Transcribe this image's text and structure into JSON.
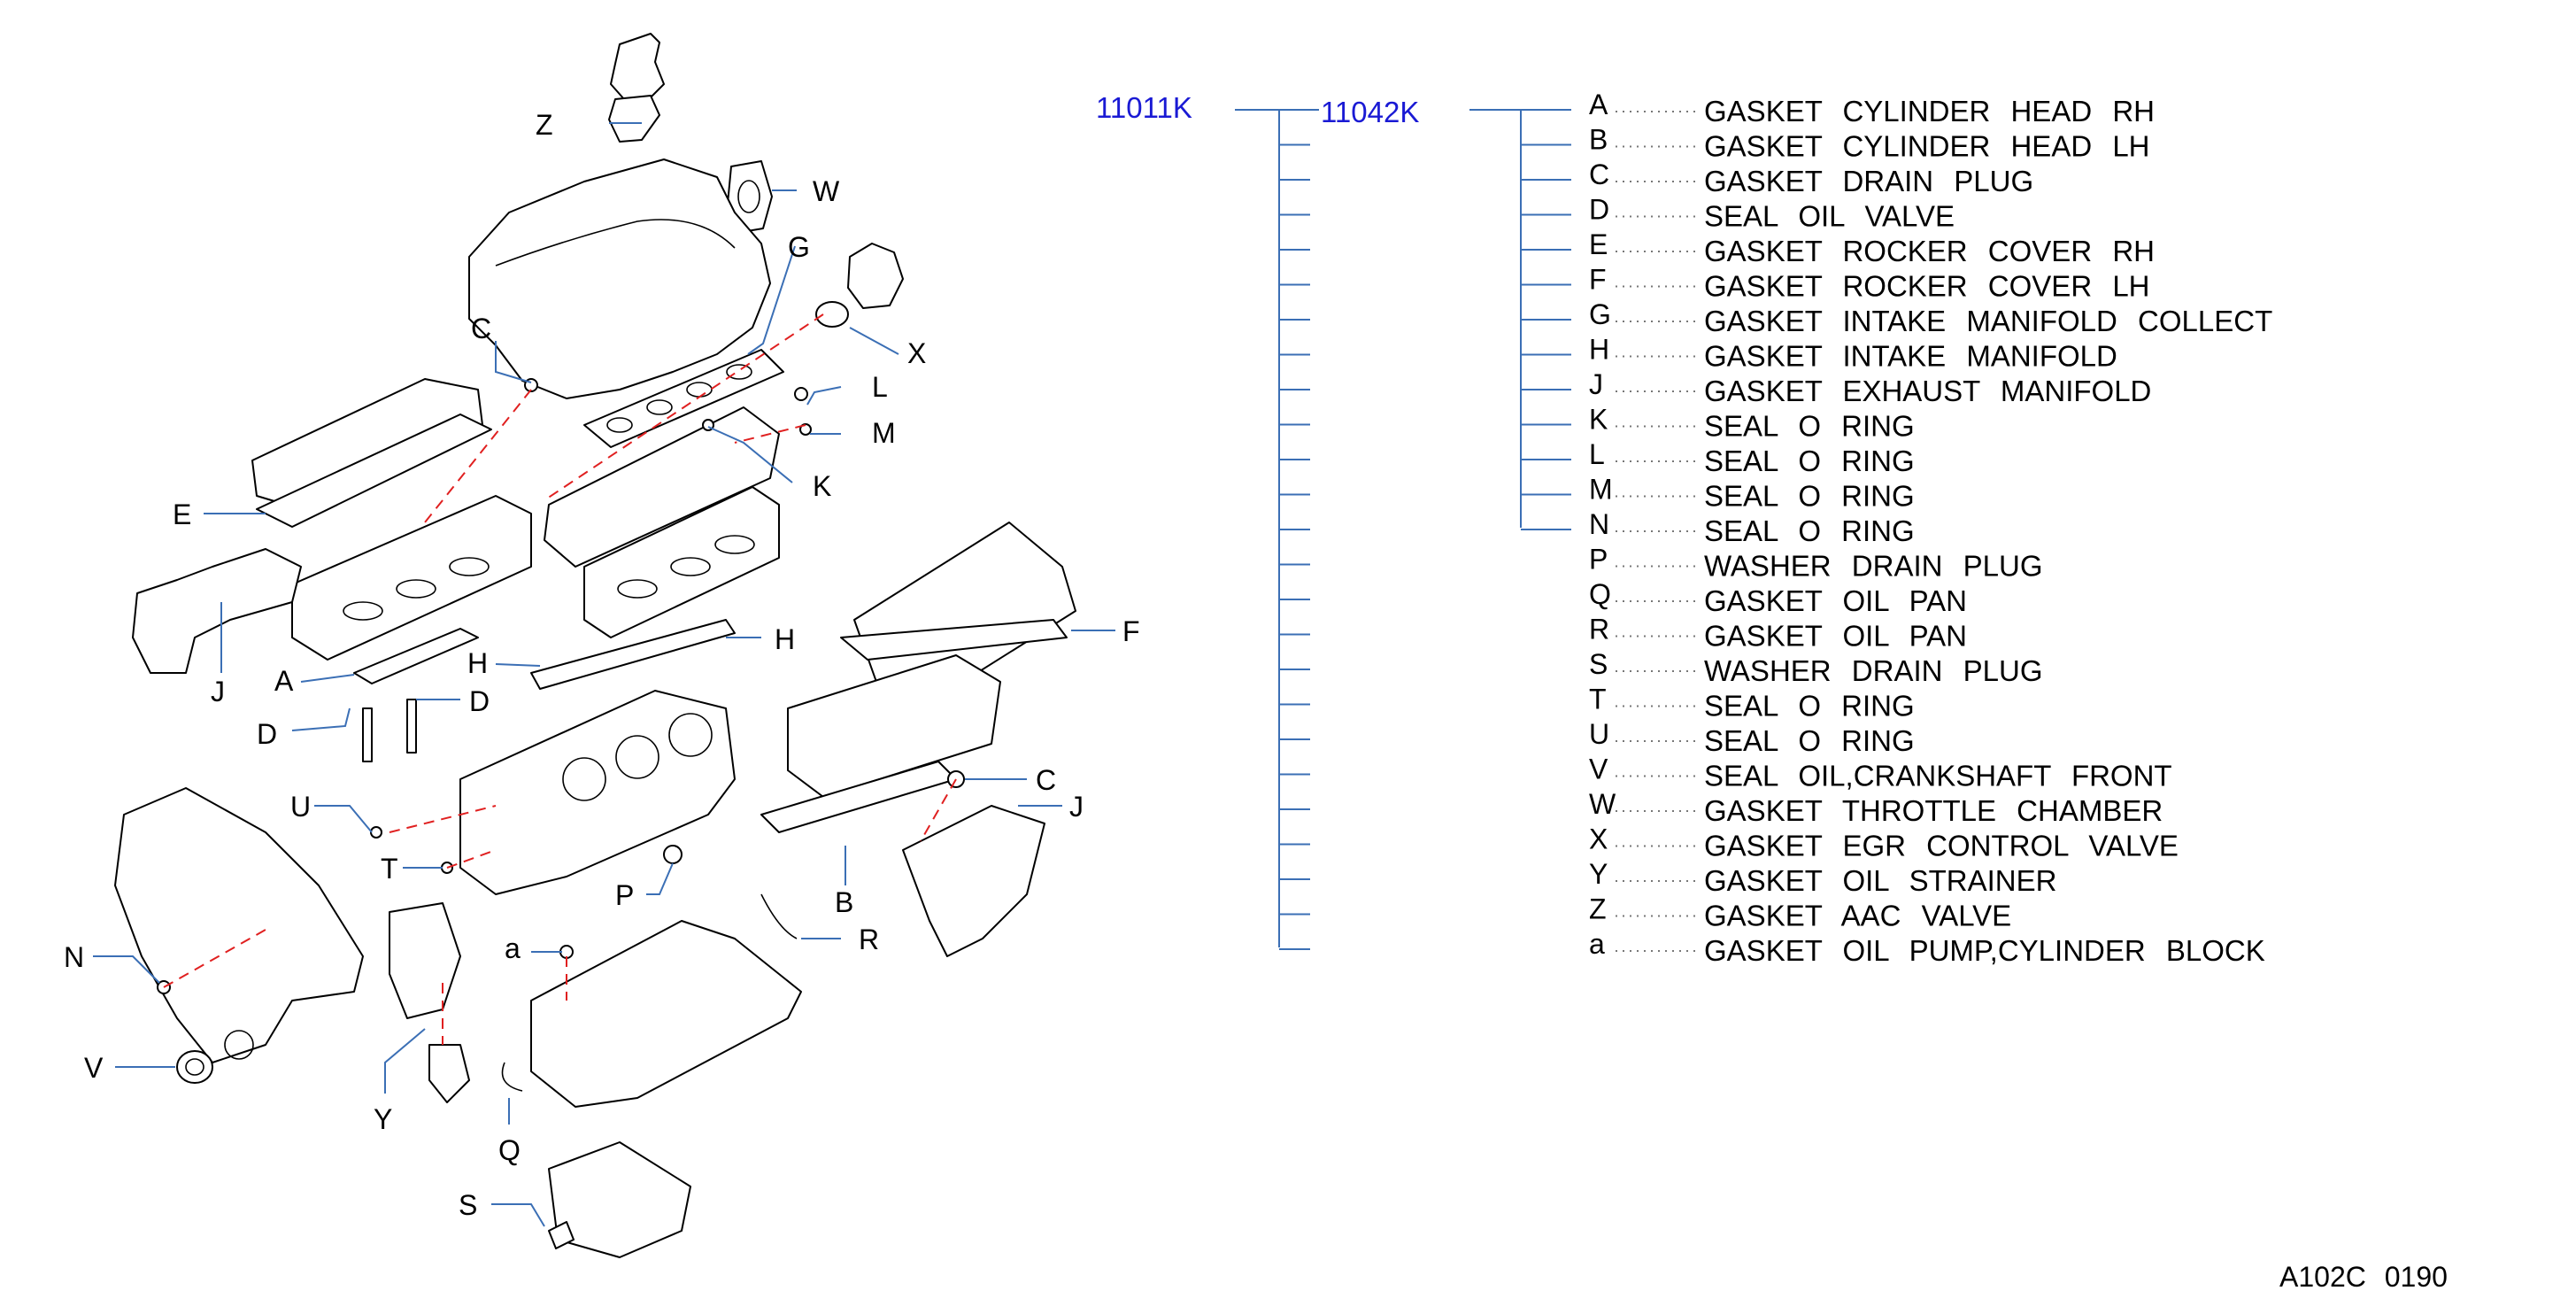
{
  "assembly": {
    "top_part_number": "11011K",
    "sub_part_number": "11042K"
  },
  "parts": [
    {
      "code": "A",
      "description": "GASKET  CYLINDER  HEAD  RH"
    },
    {
      "code": "B",
      "description": "GASKET  CYLINDER  HEAD  LH"
    },
    {
      "code": "C",
      "description": "GASKET  DRAIN  PLUG"
    },
    {
      "code": "D",
      "description": "SEAL  OIL  VALVE"
    },
    {
      "code": "E",
      "description": "GASKET  ROCKER  COVER  RH"
    },
    {
      "code": "F",
      "description": "GASKET  ROCKER  COVER  LH"
    },
    {
      "code": "G",
      "description": "GASKET  INTAKE  MANIFOLD  COLLECT"
    },
    {
      "code": "H",
      "description": "GASKET  INTAKE  MANIFOLD"
    },
    {
      "code": "J",
      "description": "GASKET  EXHAUST  MANIFOLD"
    },
    {
      "code": "K",
      "description": "SEAL  O  RING"
    },
    {
      "code": "L",
      "description": "SEAL  O  RING"
    },
    {
      "code": "M",
      "description": "SEAL  O  RING"
    },
    {
      "code": "N",
      "description": "SEAL  O  RING"
    },
    {
      "code": "P",
      "description": "WASHER  DRAIN  PLUG"
    },
    {
      "code": "Q",
      "description": "GASKET  OIL  PAN"
    },
    {
      "code": "R",
      "description": "GASKET  OIL  PAN"
    },
    {
      "code": "S",
      "description": "WASHER  DRAIN  PLUG"
    },
    {
      "code": "T",
      "description": "SEAL  O  RING"
    },
    {
      "code": "U",
      "description": "SEAL  O  RING"
    },
    {
      "code": "V",
      "description": "SEAL  OIL,CRANKSHAFT  FRONT"
    },
    {
      "code": "W",
      "description": "GASKET  THROTTLE  CHAMBER"
    },
    {
      "code": "X",
      "description": "GASKET  EGR  CONTROL  VALVE"
    },
    {
      "code": "Y",
      "description": "GASKET  OIL  STRAINER"
    },
    {
      "code": "Z",
      "description": "GASKET  AAC  VALVE"
    },
    {
      "code": "a",
      "description": "GASKET  OIL  PUMP,CYLINDER  BLOCK"
    }
  ],
  "diagram_callouts": {
    "Z": "Z",
    "W": "W",
    "G": "G",
    "X": "X",
    "C1": "C",
    "L": "L",
    "M": "M",
    "K": "K",
    "E": "E",
    "J1": "J",
    "A": "A",
    "H1": "H",
    "H2": "H",
    "D1": "D",
    "D2": "D",
    "F": "F",
    "C2": "C",
    "J2": "J",
    "U": "U",
    "T": "T",
    "P": "P",
    "B": "B",
    "R": "R",
    "a": "a",
    "N": "N",
    "V": "V",
    "Y": "Y",
    "Q": "Q",
    "S": "S"
  },
  "footer": {
    "figure_code": "A102C  0190"
  },
  "colors": {
    "part_number_text": "#1a1ad4",
    "leader_lines": "#3b6fb5",
    "connector_dashes": "#e02020"
  }
}
